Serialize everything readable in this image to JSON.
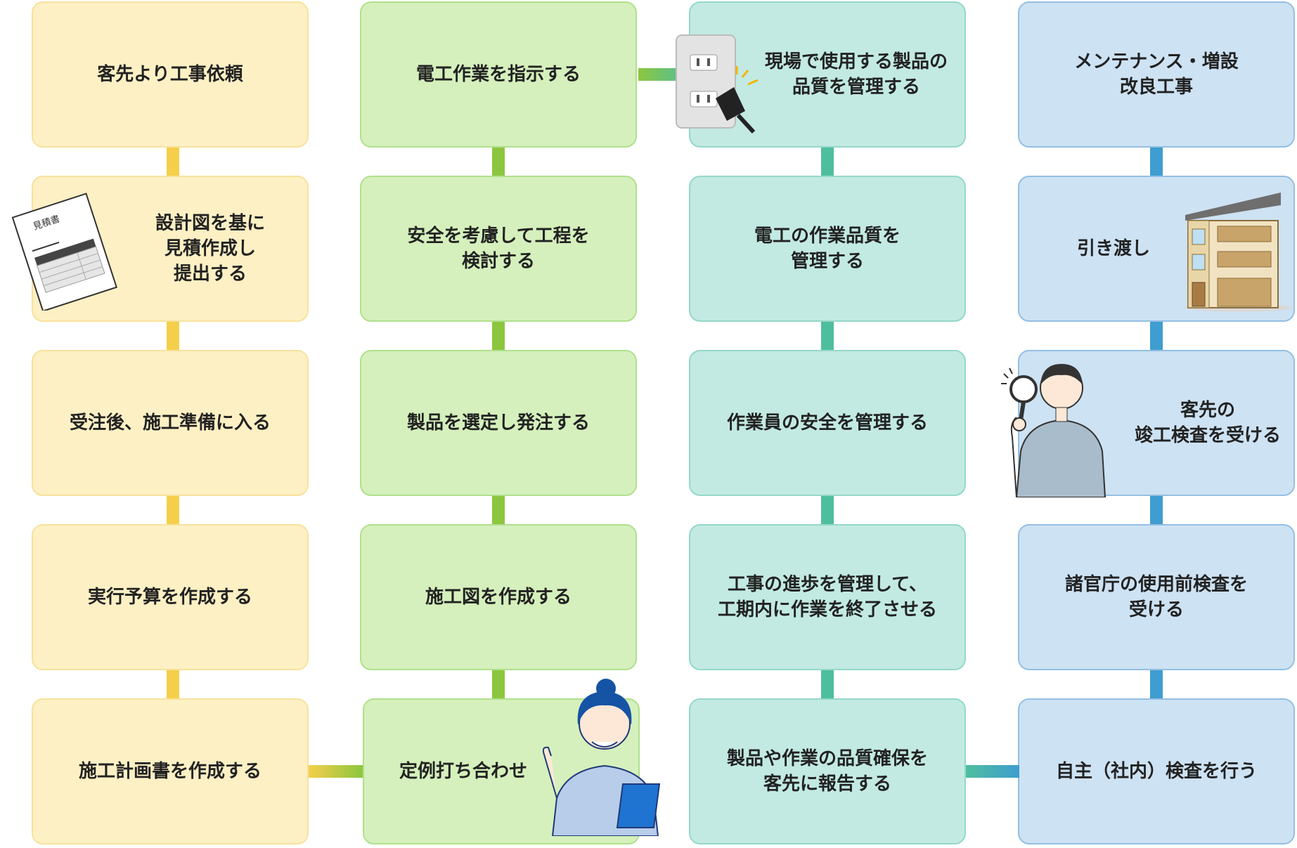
{
  "columns": [
    {
      "steps": [
        "客先より工事依頼",
        "設計図を基に\n見積作成し\n提出する",
        "受注後、施工準備に入る",
        "実行予算を作成する",
        "施工計画書を作成する"
      ]
    },
    {
      "steps": [
        "電工作業を指示する",
        "安全を考慮して工程を\n検討する",
        "製品を選定し発注する",
        "施工図を作成する",
        "定例打ち合わせ"
      ]
    },
    {
      "steps": [
        "現場で使用する製品の\n品質を管理する",
        "電工の作業品質を\n管理する",
        "作業員の安全を管理する",
        "工事の進歩を管理して、\n工期内に作業を終了させる",
        "製品や作業の品質確保を\n客先に報告する"
      ]
    },
    {
      "steps": [
        "メンテナンス・増設\n改良工事",
        "引き渡し",
        "客先の\n竣工検査を受ける",
        "諸官庁の使用前検査を\n受ける",
        "自主（社内）検査を行う"
      ]
    }
  ],
  "illustrations": {
    "estimate_doc_label": "見積書",
    "outlet_icon": "electric-outlet-plug-icon",
    "building_icon": "apartment-building-icon",
    "inspector_icon": "man-with-magnifier-icon",
    "worker_icon": "woman-worker-with-clipboard-icon"
  },
  "colors": {
    "col1_fill": "#fdf0c4",
    "col1_line": "#f5cf4a",
    "col2_fill": "#d5f0bc",
    "col2_line": "#8cc63f",
    "col3_fill": "#c2eae2",
    "col3_line": "#4fbe9e",
    "col4_fill": "#cde2f3",
    "col4_line": "#3f9dd0"
  }
}
